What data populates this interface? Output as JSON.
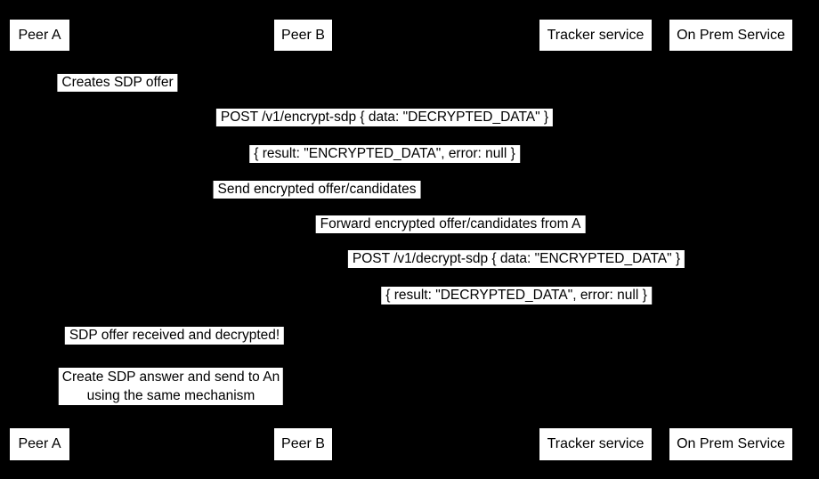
{
  "diagram": {
    "type": "sequence-diagram",
    "background_color": "#000000",
    "box_fill_color": "#ffffff",
    "box_text_color": "#000000"
  },
  "actors": [
    {
      "label": "Peer A"
    },
    {
      "label": "Peer B"
    },
    {
      "label": "Tracker service"
    },
    {
      "label": "On Prem Service"
    }
  ],
  "messages": [
    {
      "label": "Creates SDP offer"
    },
    {
      "label": "POST /v1/encrypt-sdp { data: \"DECRYPTED_DATA\" }"
    },
    {
      "label": "{ result: \"ENCRYPTED_DATA\", error: null }"
    },
    {
      "label": "Send encrypted offer/candidates"
    },
    {
      "label": "Forward encrypted offer/candidates from A"
    },
    {
      "label": "POST /v1/decrypt-sdp { data: \"ENCRYPTED_DATA\" }"
    },
    {
      "label": "{ result: \"DECRYPTED_DATA\", error: null }"
    },
    {
      "label": "SDP offer received and decrypted!"
    }
  ],
  "note": {
    "line1": "Create SDP answer and send to An",
    "line2": "using the same mechanism"
  }
}
